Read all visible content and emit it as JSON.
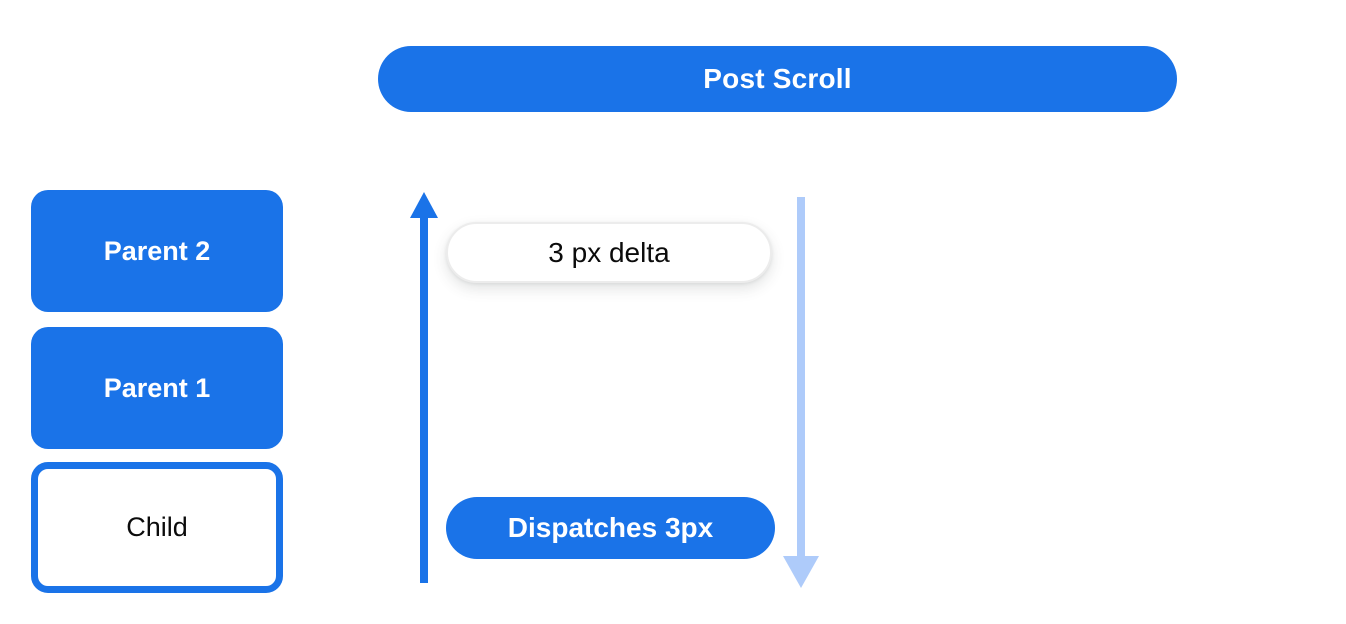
{
  "colors": {
    "primary_blue": "#1a73e8",
    "light_blue": "#aecbfa",
    "pill_border": "#ececec",
    "text_dark": "#0b0b0b",
    "text_light": "#ffffff",
    "background": "#ffffff"
  },
  "banner": {
    "label": "Post Scroll"
  },
  "nodes": [
    {
      "label": "Parent 2",
      "variant": "blue"
    },
    {
      "label": "Parent 1",
      "variant": "blue"
    },
    {
      "label": "Child",
      "variant": "outline"
    }
  ],
  "flow": {
    "delta_label": "3 px delta",
    "dispatch_label": "Dispatches 3px",
    "up_arrow_meaning": "notification-bubbles-up",
    "down_arrow_meaning": "scroll-propagates-down"
  }
}
